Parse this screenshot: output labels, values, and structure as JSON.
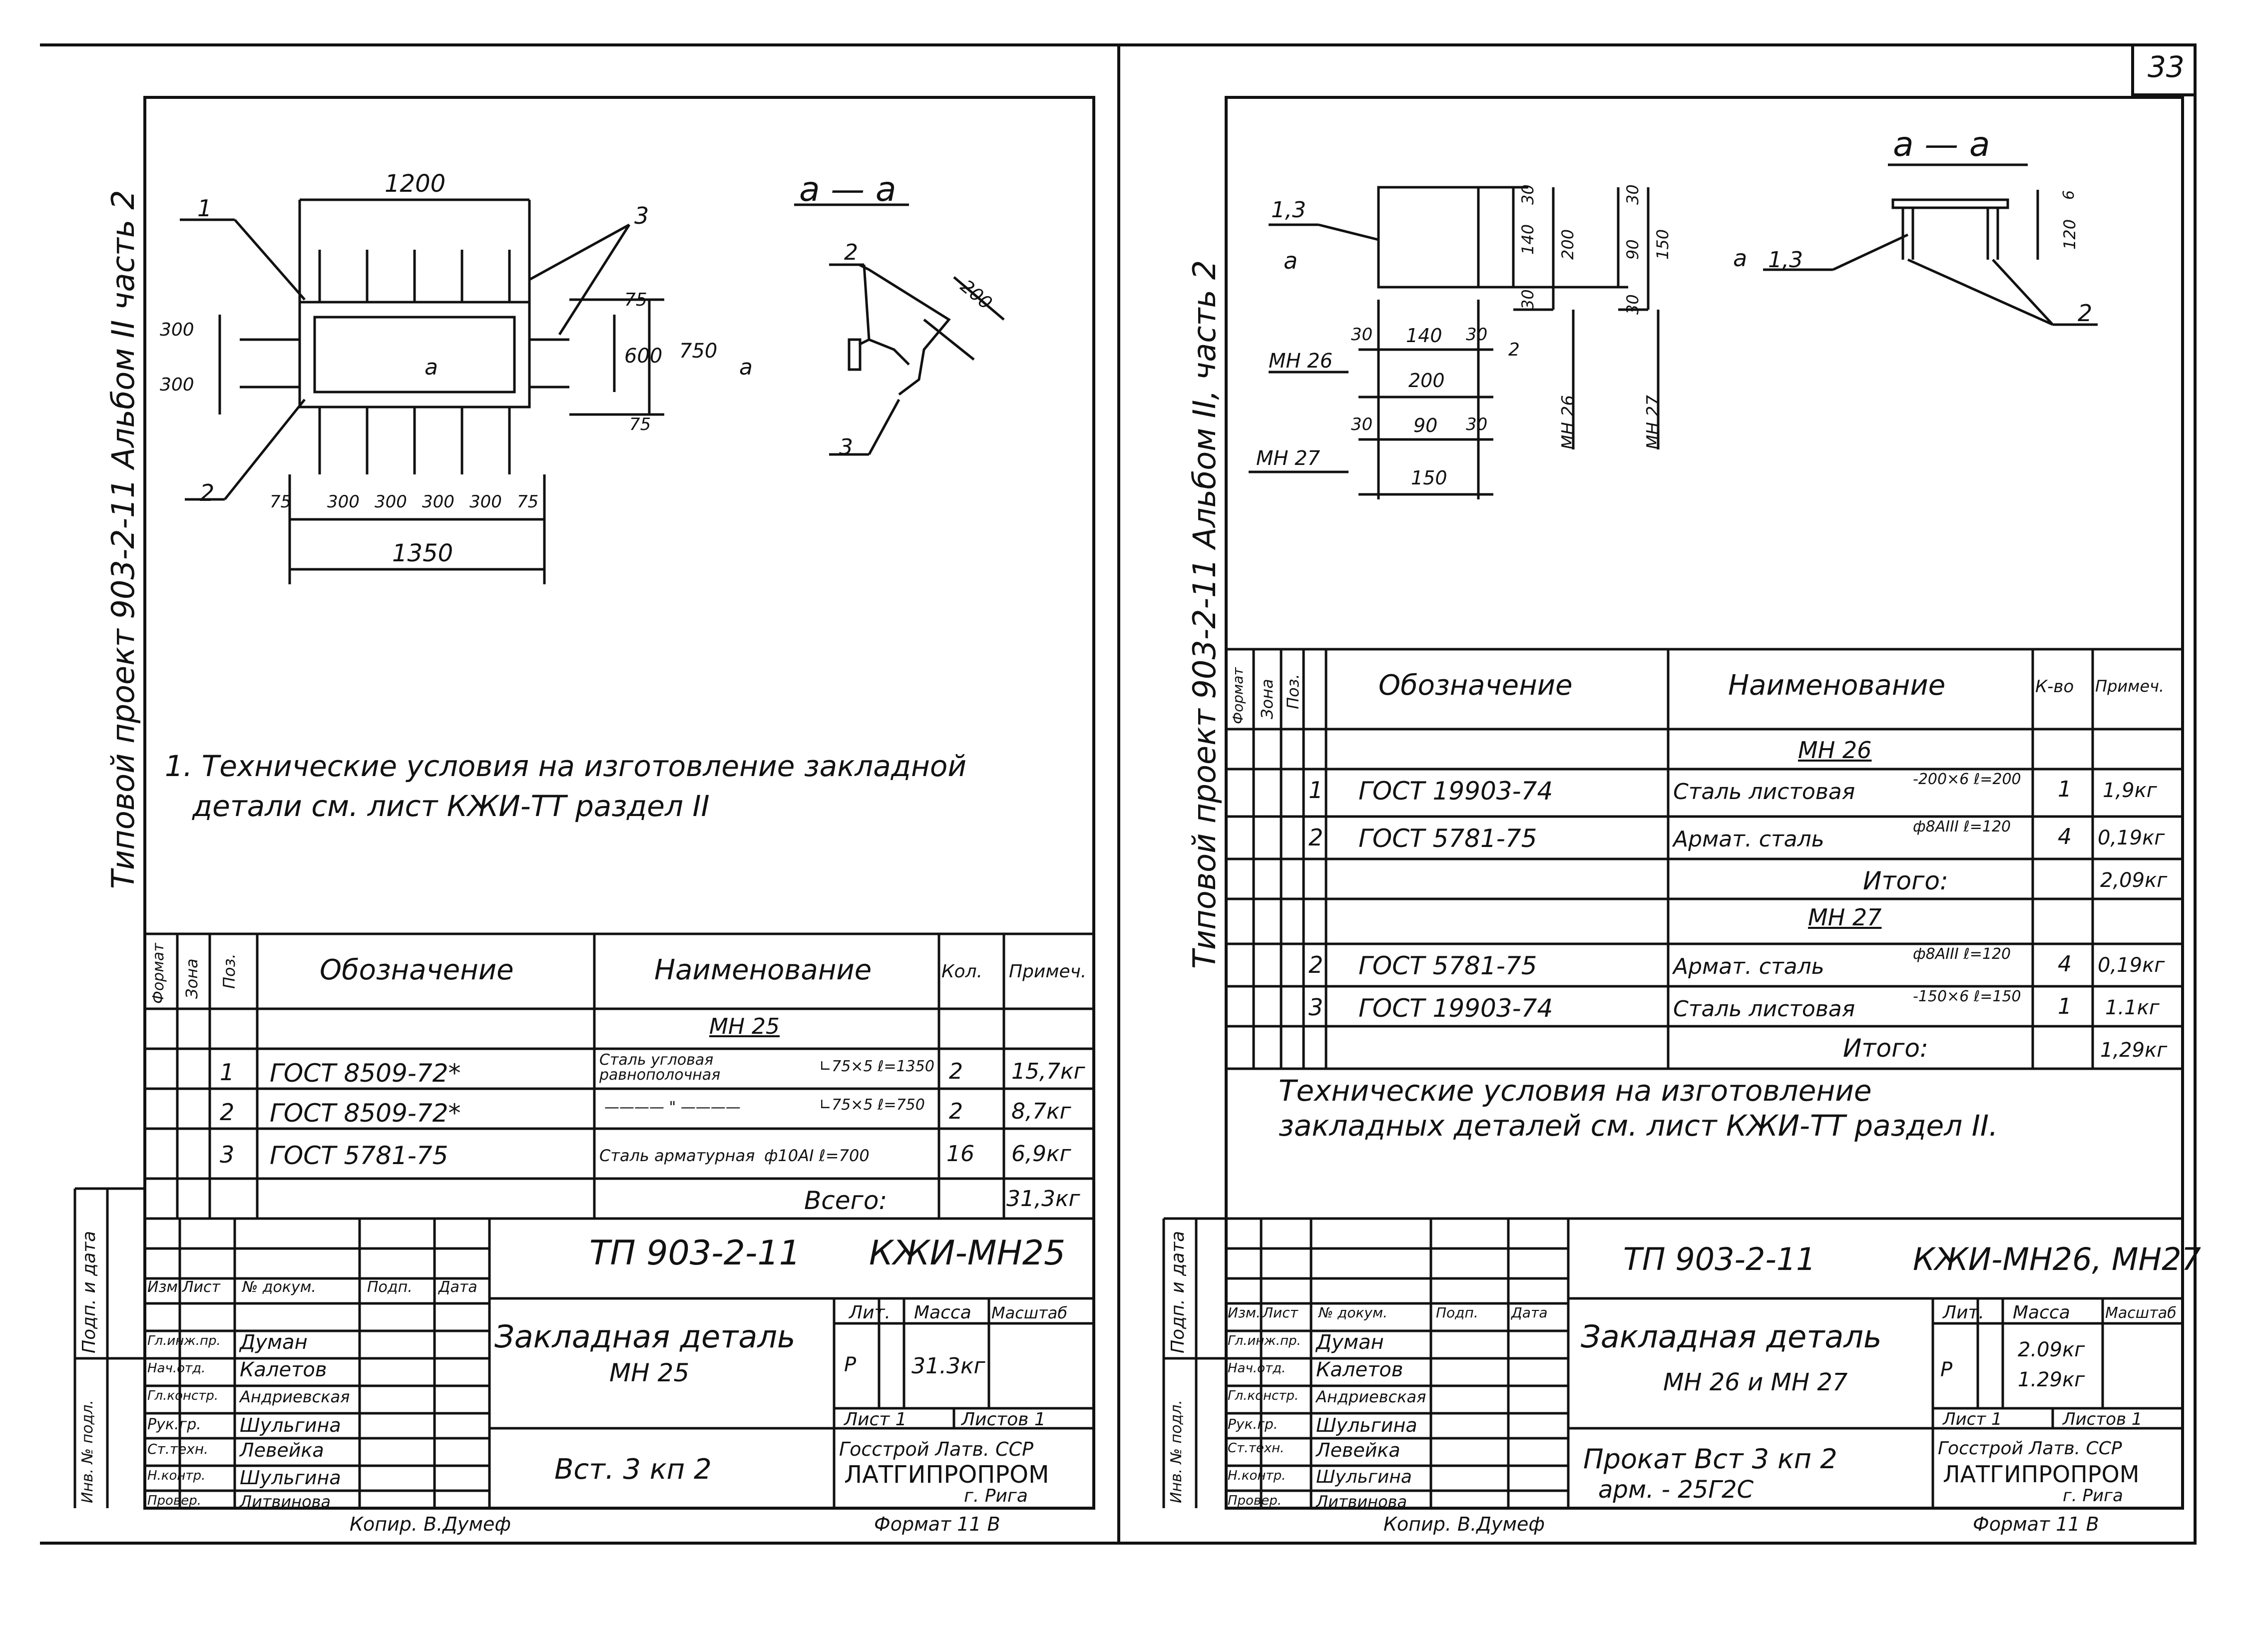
{
  "page_number": "33",
  "left": {
    "side_label": "Типовой проект 903-2-11   Альбом II часть 2",
    "drawing": {
      "dims": [
        "1200",
        "1350",
        "75",
        "600",
        "750",
        "300",
        "300",
        "75",
        "300",
        "300",
        "300",
        "300",
        "75",
        "75"
      ],
      "markers": [
        "1",
        "2",
        "3",
        "a",
        "a"
      ],
      "section_title": "а — а",
      "section_dim": "200",
      "section_markers": [
        "2",
        "3"
      ]
    },
    "note": [
      "1. Технические условия на изготовление закладной",
      "детали см. лист КЖИ-ТТ раздел II"
    ],
    "table": {
      "headers": [
        "Формат",
        "Зона",
        "Поз.",
        "Обозначение",
        "Наименование",
        "Кол.",
        "Примеч."
      ],
      "group": "МН 25",
      "rows": [
        {
          "pos": "1",
          "designation": "ГОСТ 8509-72*",
          "name": "Сталь угловая равнополочная",
          "spec": "∟75×5  ℓ=1350",
          "qty": "2",
          "note": "15,7кг"
        },
        {
          "pos": "2",
          "designation": "ГОСТ 8509-72*",
          "name": "———— \" ————",
          "spec": "∟75×5  ℓ=750",
          "qty": "2",
          "note": "8,7кг"
        },
        {
          "pos": "3",
          "designation": "ГОСТ 5781-75",
          "name": "Сталь арматурная",
          "spec": "ф10AI ℓ=700",
          "qty": "16",
          "note": "6,9кг"
        }
      ],
      "total_label": "Всего:",
      "total_value": "31,3кг"
    },
    "title_block": {
      "code": "ТП 903-2-11",
      "sheet_code": "КЖИ-МН25",
      "title": [
        "Закладная деталь",
        "МН 25"
      ],
      "material": "Вст. 3 кп 2",
      "header_cols": [
        "Изм.",
        "Лист",
        "№ докум.",
        "Подп.",
        "Дата"
      ],
      "people": [
        {
          "role": "Гл.инж.пр.",
          "name": "Думан"
        },
        {
          "role": "Нач.отд.",
          "name": "Калетов"
        },
        {
          "role": "Гл.констр.",
          "name": "Андриевская"
        },
        {
          "role": "Рук.гр.",
          "name": "Шульгина"
        },
        {
          "role": "Ст.техн.",
          "name": "Левейка"
        },
        {
          "role": "Н.контр.",
          "name": "Шульгина"
        },
        {
          "role": "Провер.",
          "name": "Литвинова"
        }
      ],
      "lit_label": "Лит.",
      "mass_label": "Масса",
      "scale_label": "Масштаб",
      "lit_value": "Р",
      "mass_value": "31.3кг",
      "sheet_label": "Лист 1",
      "sheets_label": "Листов 1",
      "org": [
        "Госстрой Латв. ССР",
        "ЛАТГИПРОПРОМ",
        "г. Рига"
      ],
      "copied": "Копир. В.Думеф",
      "format": "Формат 11 В"
    },
    "margin_labels": [
      "Подп. и дата",
      "Инв. № подл."
    ]
  },
  "right": {
    "side_label": "Типовой проект 903-2-11   Альбом II, часть 2",
    "drawing": {
      "dims": [
        "30",
        "140",
        "30",
        "200",
        "30",
        "90",
        "30",
        "150",
        "30",
        "140",
        "30",
        "200",
        "30",
        "90",
        "30",
        "150",
        "6",
        "120"
      ],
      "labels": [
        "1,3",
        "а",
        "а",
        "МН 26",
        "МН 27",
        "МН 26",
        "МН 27",
        "2",
        "1,3",
        "2"
      ],
      "section_title": "а — а"
    },
    "table": {
      "headers": [
        "Формат",
        "Зона",
        "Поз.",
        "Обозначение",
        "Наименование",
        "К-во",
        "Примеч."
      ],
      "group1": "МН 26",
      "rows1": [
        {
          "pos": "1",
          "designation": "ГОСТ 19903-74",
          "name": "Сталь листовая",
          "spec": "-200×6  ℓ=200",
          "qty": "1",
          "note": "1,9кг"
        },
        {
          "pos": "2",
          "designation": "ГОСТ 5781-75",
          "name": "Армат. сталь",
          "spec": "ф8AIII  ℓ=120",
          "qty": "4",
          "note": "0,19кг"
        }
      ],
      "total1_label": "Итого:",
      "total1_value": "2,09кг",
      "group2": "МН 27",
      "rows2": [
        {
          "pos": "2",
          "designation": "ГОСТ 5781-75",
          "name": "Армат. сталь",
          "spec": "ф8AIII  ℓ=120",
          "qty": "4",
          "note": "0,19кг"
        },
        {
          "pos": "3",
          "designation": "ГОСТ 19903-74",
          "name": "Сталь листовая",
          "spec": "-150×6  ℓ=150",
          "qty": "1",
          "note": "1.1кг"
        }
      ],
      "total2_label": "Итого:",
      "total2_value": "1,29кг"
    },
    "note": [
      "Технические условия на изготовление",
      "закладных деталей см. лист КЖИ-ТТ раздел II."
    ],
    "title_block": {
      "code": "ТП 903-2-11",
      "sheet_code": "КЖИ-МН26, МН27",
      "title": [
        "Закладная деталь",
        "МН 26 и МН 27"
      ],
      "material": [
        "Прокат Вст 3 кп 2",
        "арм. - 25Г2С"
      ],
      "header_cols": [
        "Изм.",
        "Лист",
        "№ докум.",
        "Подп.",
        "Дата"
      ],
      "people": [
        {
          "role": "Гл.инж.пр.",
          "name": "Думан"
        },
        {
          "role": "Нач.отд.",
          "name": "Калетов"
        },
        {
          "role": "Гл.констр.",
          "name": "Андриевская"
        },
        {
          "role": "Рук.гр.",
          "name": "Шульгина"
        },
        {
          "role": "Ст.техн.",
          "name": "Левейка"
        },
        {
          "role": "Н.контр.",
          "name": "Шульгина"
        },
        {
          "role": "Провер.",
          "name": "Литвинова"
        }
      ],
      "lit_label": "Лит.",
      "mass_label": "Масса",
      "scale_label": "Масштаб",
      "lit_value": "Р",
      "mass_values": [
        "2.09кг",
        "1.29кг"
      ],
      "sheet_label": "Лист 1",
      "sheets_label": "Листов 1",
      "org": [
        "Госстрой Латв. ССР",
        "ЛАТГИПРОПРОМ",
        "г. Рига"
      ],
      "copied": "Копир. В.Думеф",
      "format": "Формат 11 В"
    },
    "margin_labels": [
      "Подп. и дата",
      "Инв. № подл."
    ]
  }
}
